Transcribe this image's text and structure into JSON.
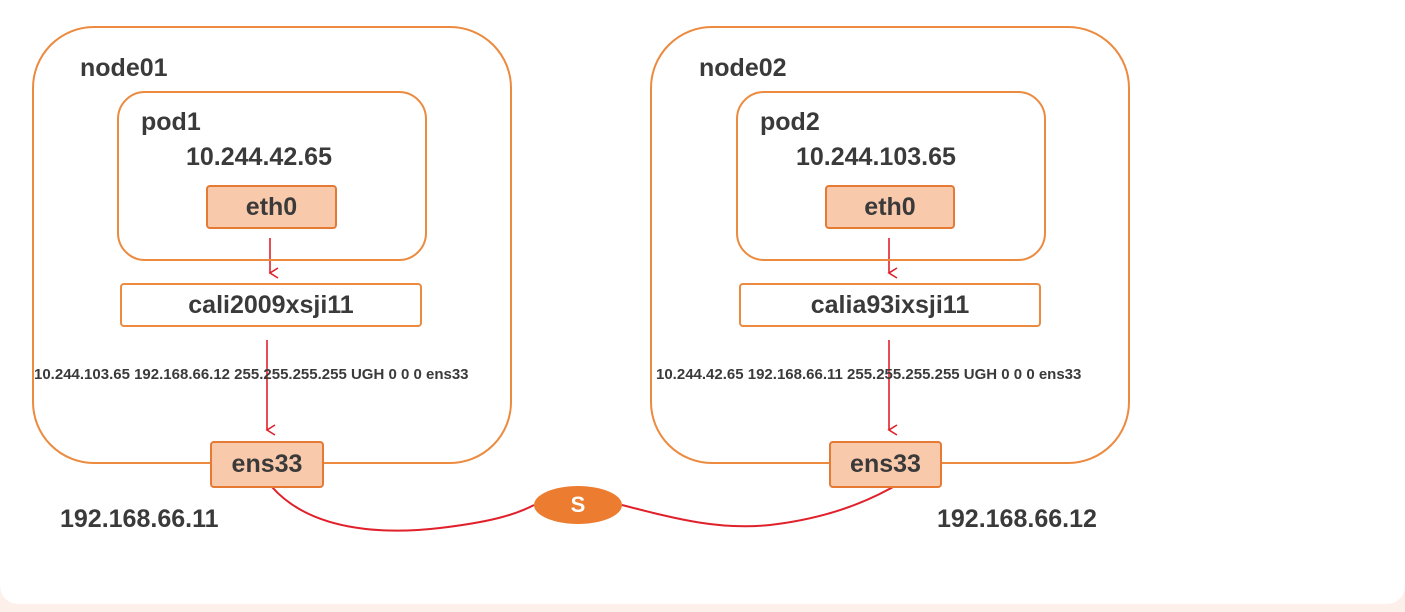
{
  "colors": {
    "border": "#ec8a3f",
    "iface_fill": "#f8c9ab",
    "link": "#e0202a",
    "switch_fill": "#ec7d30",
    "text": "#3a3a3a"
  },
  "nodes": [
    {
      "name": "node01",
      "pod": {
        "name": "pod1",
        "ip": "10.244.42.65",
        "iface": "eth0"
      },
      "veth": "cali2009xsji11",
      "route": "10.244.103.65 192.168.66.12 255.255.255.255 UGH 0 0  0 ens33",
      "nic": "ens33",
      "host_ip": "192.168.66.11"
    },
    {
      "name": "node02",
      "pod": {
        "name": "pod2",
        "ip": "10.244.103.65",
        "iface": "eth0"
      },
      "veth": "calia93ixsji11",
      "route": "10.244.42.65 192.168.66.11 255.255.255.255 UGH 0 0  0 ens33",
      "nic": "ens33",
      "host_ip": "192.168.66.12"
    }
  ],
  "switch": {
    "label": "S"
  }
}
